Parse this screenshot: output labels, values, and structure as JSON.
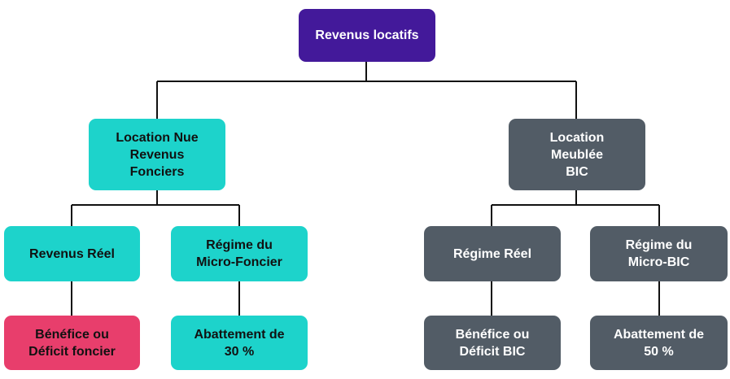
{
  "diagram": {
    "root": {
      "label": "Revenus locatifs"
    },
    "branches": [
      {
        "label": "Location Nue\nRevenus\nFonciers",
        "children": [
          {
            "label": "Revenus Réel",
            "result": "Bénéfice ou\nDéficit foncier"
          },
          {
            "label": "Régime du\nMicro-Foncier",
            "result": "Abattement de\n30 %"
          }
        ]
      },
      {
        "label": "Location\nMeublée\nBIC",
        "children": [
          {
            "label": "Régime Réel",
            "result": "Bénéfice ou\nDéficit BIC"
          },
          {
            "label": "Régime du\nMicro-BIC",
            "result": "Abattement de\n50 %"
          }
        ]
      }
    ],
    "colors": {
      "root": "#43199a",
      "location_nue": "#1dd3cb",
      "location_meublee": "#525c66",
      "deficit_foncier": "#e83e6c",
      "connector": "#111111"
    }
  }
}
